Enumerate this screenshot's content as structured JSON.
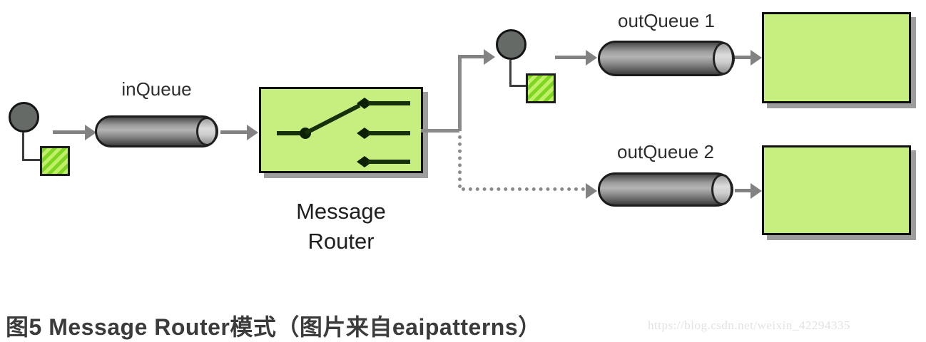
{
  "diagram": {
    "in_queue": {
      "label": "inQueue"
    },
    "router": {
      "label_line1": "Message",
      "label_line2": "Router"
    },
    "out_queue_1": {
      "label": "outQueue 1"
    },
    "out_queue_2": {
      "label": "outQueue 2"
    },
    "colors": {
      "node_green": "#c7ef80",
      "hatch_stripe_dark": "#7fd622",
      "hatch_stripe_light": "#c0ef68",
      "pipe_gray": "#9d9d9d",
      "connector_gray": "#828282",
      "switch_stroke": "#16300a",
      "shadow_gray": "#9d9d9d"
    },
    "icons": [
      "message-icon",
      "message-content-icon",
      "queue-channel-icon",
      "router-switch-icon",
      "arrow-icon"
    ]
  },
  "caption": {
    "text": "图5 Message Router模式（图片来自eaipatterns）"
  },
  "watermark": {
    "text": "https://blog.csdn.net/weixin_42294335"
  }
}
